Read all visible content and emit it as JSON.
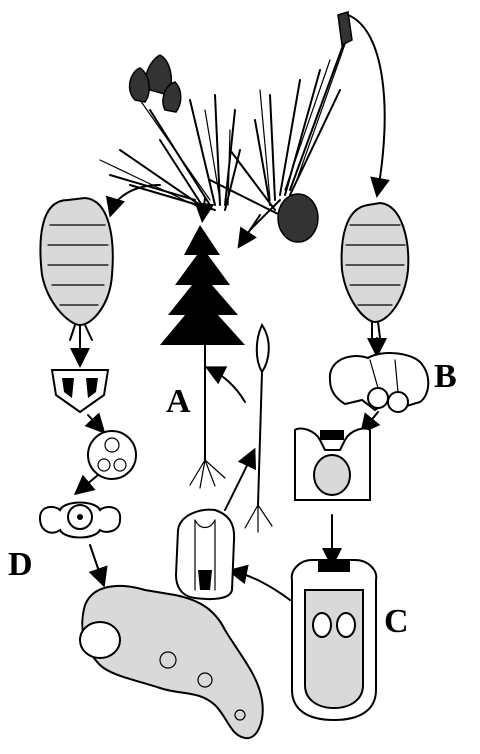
{
  "diagram": {
    "labels": {
      "a": "A",
      "b": "B",
      "c": "C",
      "d": "D"
    },
    "colors": {
      "ink": "#000000",
      "paper": "#ffffff"
    }
  }
}
